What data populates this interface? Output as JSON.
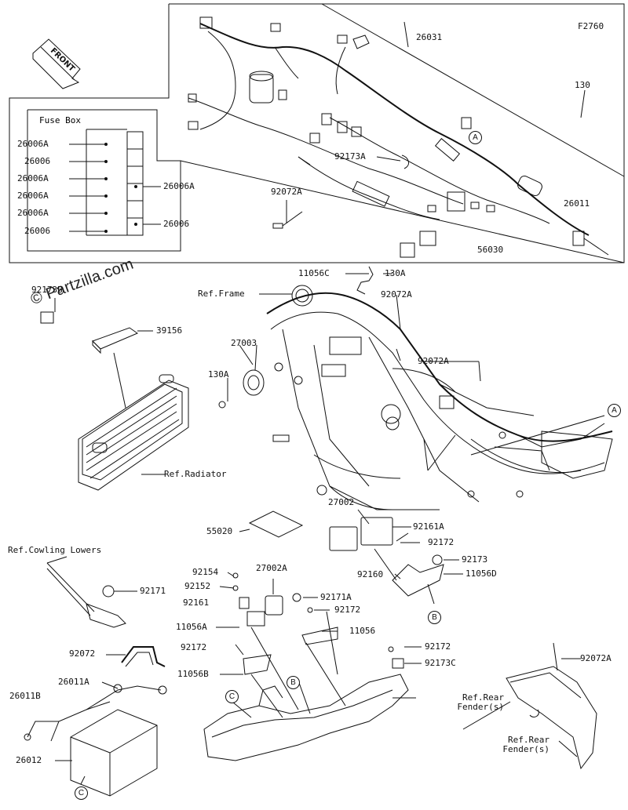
{
  "figure_code": "F2760",
  "watermark": "© Partzilla.com",
  "front_label": "FRONT",
  "fuse_box": {
    "title": "Fuse Box",
    "left_labels": [
      "26006A",
      "26006",
      "26006A",
      "26006A",
      "26006A",
      "26006"
    ],
    "right_labels": [
      "26006A",
      "26006"
    ]
  },
  "parts": {
    "p26031": "26031",
    "p130_top": "130",
    "p92173A": "92173A",
    "p92072A_box": "92072A",
    "p26011": "26011",
    "p56030": "56030",
    "p92173B": "92173B",
    "p11056C": "11056C",
    "p130A_top": "130A",
    "ref_frame": "Ref.Frame",
    "p92072A_frame1": "92072A",
    "p39156": "39156",
    "p27003": "27003",
    "p92072A_frame2": "92072A",
    "p130A_left": "130A",
    "ref_radiator": "Ref.Radiator",
    "p27002": "27002",
    "p92161A": "92161A",
    "p55020": "55020",
    "p92172_a": "92172",
    "p92173": "92173",
    "p92160": "92160",
    "p11056D": "11056D",
    "ref_cowling": "Ref.Cowling Lowers",
    "p92171": "92171",
    "p92154": "92154",
    "p27002A": "27002A",
    "p92152": "92152",
    "p92171A": "92171A",
    "p92161": "92161",
    "p92172_b": "92172",
    "p11056A": "11056A",
    "p11056": "11056",
    "p92072": "92072",
    "p92172_c": "92172",
    "p92172_d": "92172",
    "p11056B": "11056B",
    "p92173C": "92173C",
    "p26011A": "26011A",
    "ref_rear_fender1": "Ref.Rear\nFender(s)",
    "p92072A_rear": "92072A",
    "p26011B": "26011B",
    "ref_rear_fender2": "Ref.Rear\nFender(s)",
    "p26012": "26012"
  },
  "circles": {
    "A": "A",
    "B": "B",
    "C": "C"
  }
}
